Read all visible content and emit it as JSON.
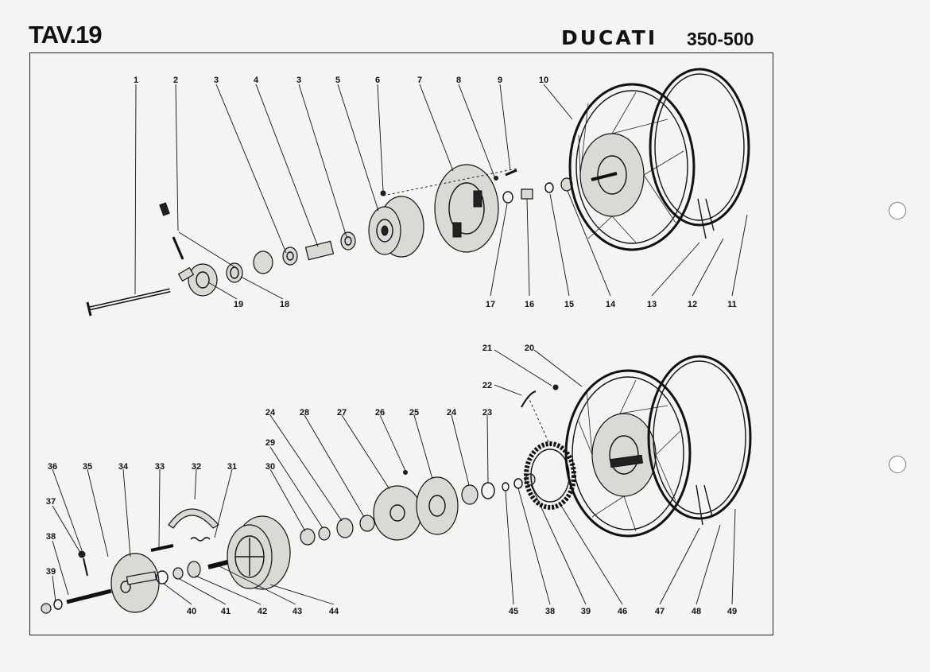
{
  "header": {
    "table_number": "TAV.19",
    "brand": "DUCATI",
    "model": "350-500"
  },
  "callouts": {
    "top": [
      "1",
      "2",
      "3",
      "4",
      "3",
      "5",
      "6",
      "7",
      "8",
      "9",
      "10"
    ],
    "top_bottom_row": [
      "19",
      "18",
      "17",
      "16",
      "15",
      "14",
      "13",
      "12",
      "11"
    ],
    "lower_right_top": [
      "21",
      "20",
      "22"
    ],
    "lower_upper_row": [
      "24",
      "28",
      "27",
      "26",
      "25",
      "24",
      "23"
    ],
    "lower_left_row": [
      "36",
      "35",
      "34",
      "33",
      "32",
      "31",
      "30",
      "29"
    ],
    "lower_left_column": [
      "37",
      "38",
      "39"
    ],
    "lower_bottom_row": [
      "40",
      "41",
      "42",
      "43",
      "44",
      "45",
      "38",
      "39",
      "46",
      "47",
      "48",
      "49"
    ]
  }
}
